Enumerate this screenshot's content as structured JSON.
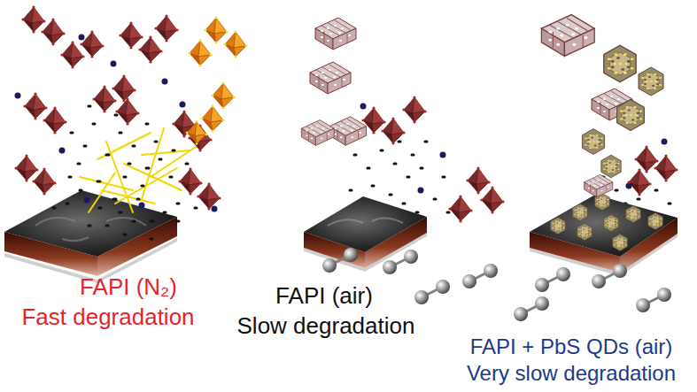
{
  "diagram": {
    "labels": [
      "FAPI (N₂)",
      "Fast degradation",
      "FAPI (air)",
      "Slow degradation",
      "FAPI + PbS QDs (air)",
      "Very slow degradation"
    ]
  }
}
